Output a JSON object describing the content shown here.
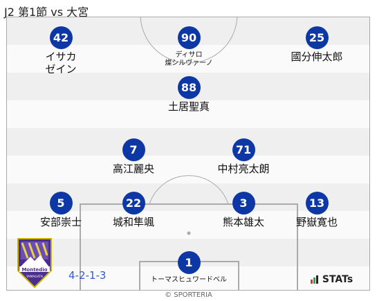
{
  "title": "J2 第1節 vs 大宮",
  "formation": "4-2-1-3",
  "stats_label": "STATs",
  "copyright": "© SPORTERIA",
  "team_logo_text": "Montedio YAMAGATA",
  "colors": {
    "number_circle": "#0e37a6",
    "formation_text": "#2b5bd6"
  },
  "players": [
    {
      "number": "42",
      "name": "イサカ\nゼイン"
    },
    {
      "number": "90",
      "name": "ディサロ\n燦シルヴァーノ"
    },
    {
      "number": "25",
      "name": "國分伸太郎"
    },
    {
      "number": "88",
      "name": "土居聖真"
    },
    {
      "number": "7",
      "name": "高江麗央"
    },
    {
      "number": "71",
      "name": "中村亮太朗"
    },
    {
      "number": "5",
      "name": "安部崇士"
    },
    {
      "number": "22",
      "name": "城和隼颯"
    },
    {
      "number": "3",
      "name": "熊本雄太"
    },
    {
      "number": "13",
      "name": "野嶽寛也"
    },
    {
      "number": "1",
      "name": "トーマスヒュワードベル"
    }
  ]
}
